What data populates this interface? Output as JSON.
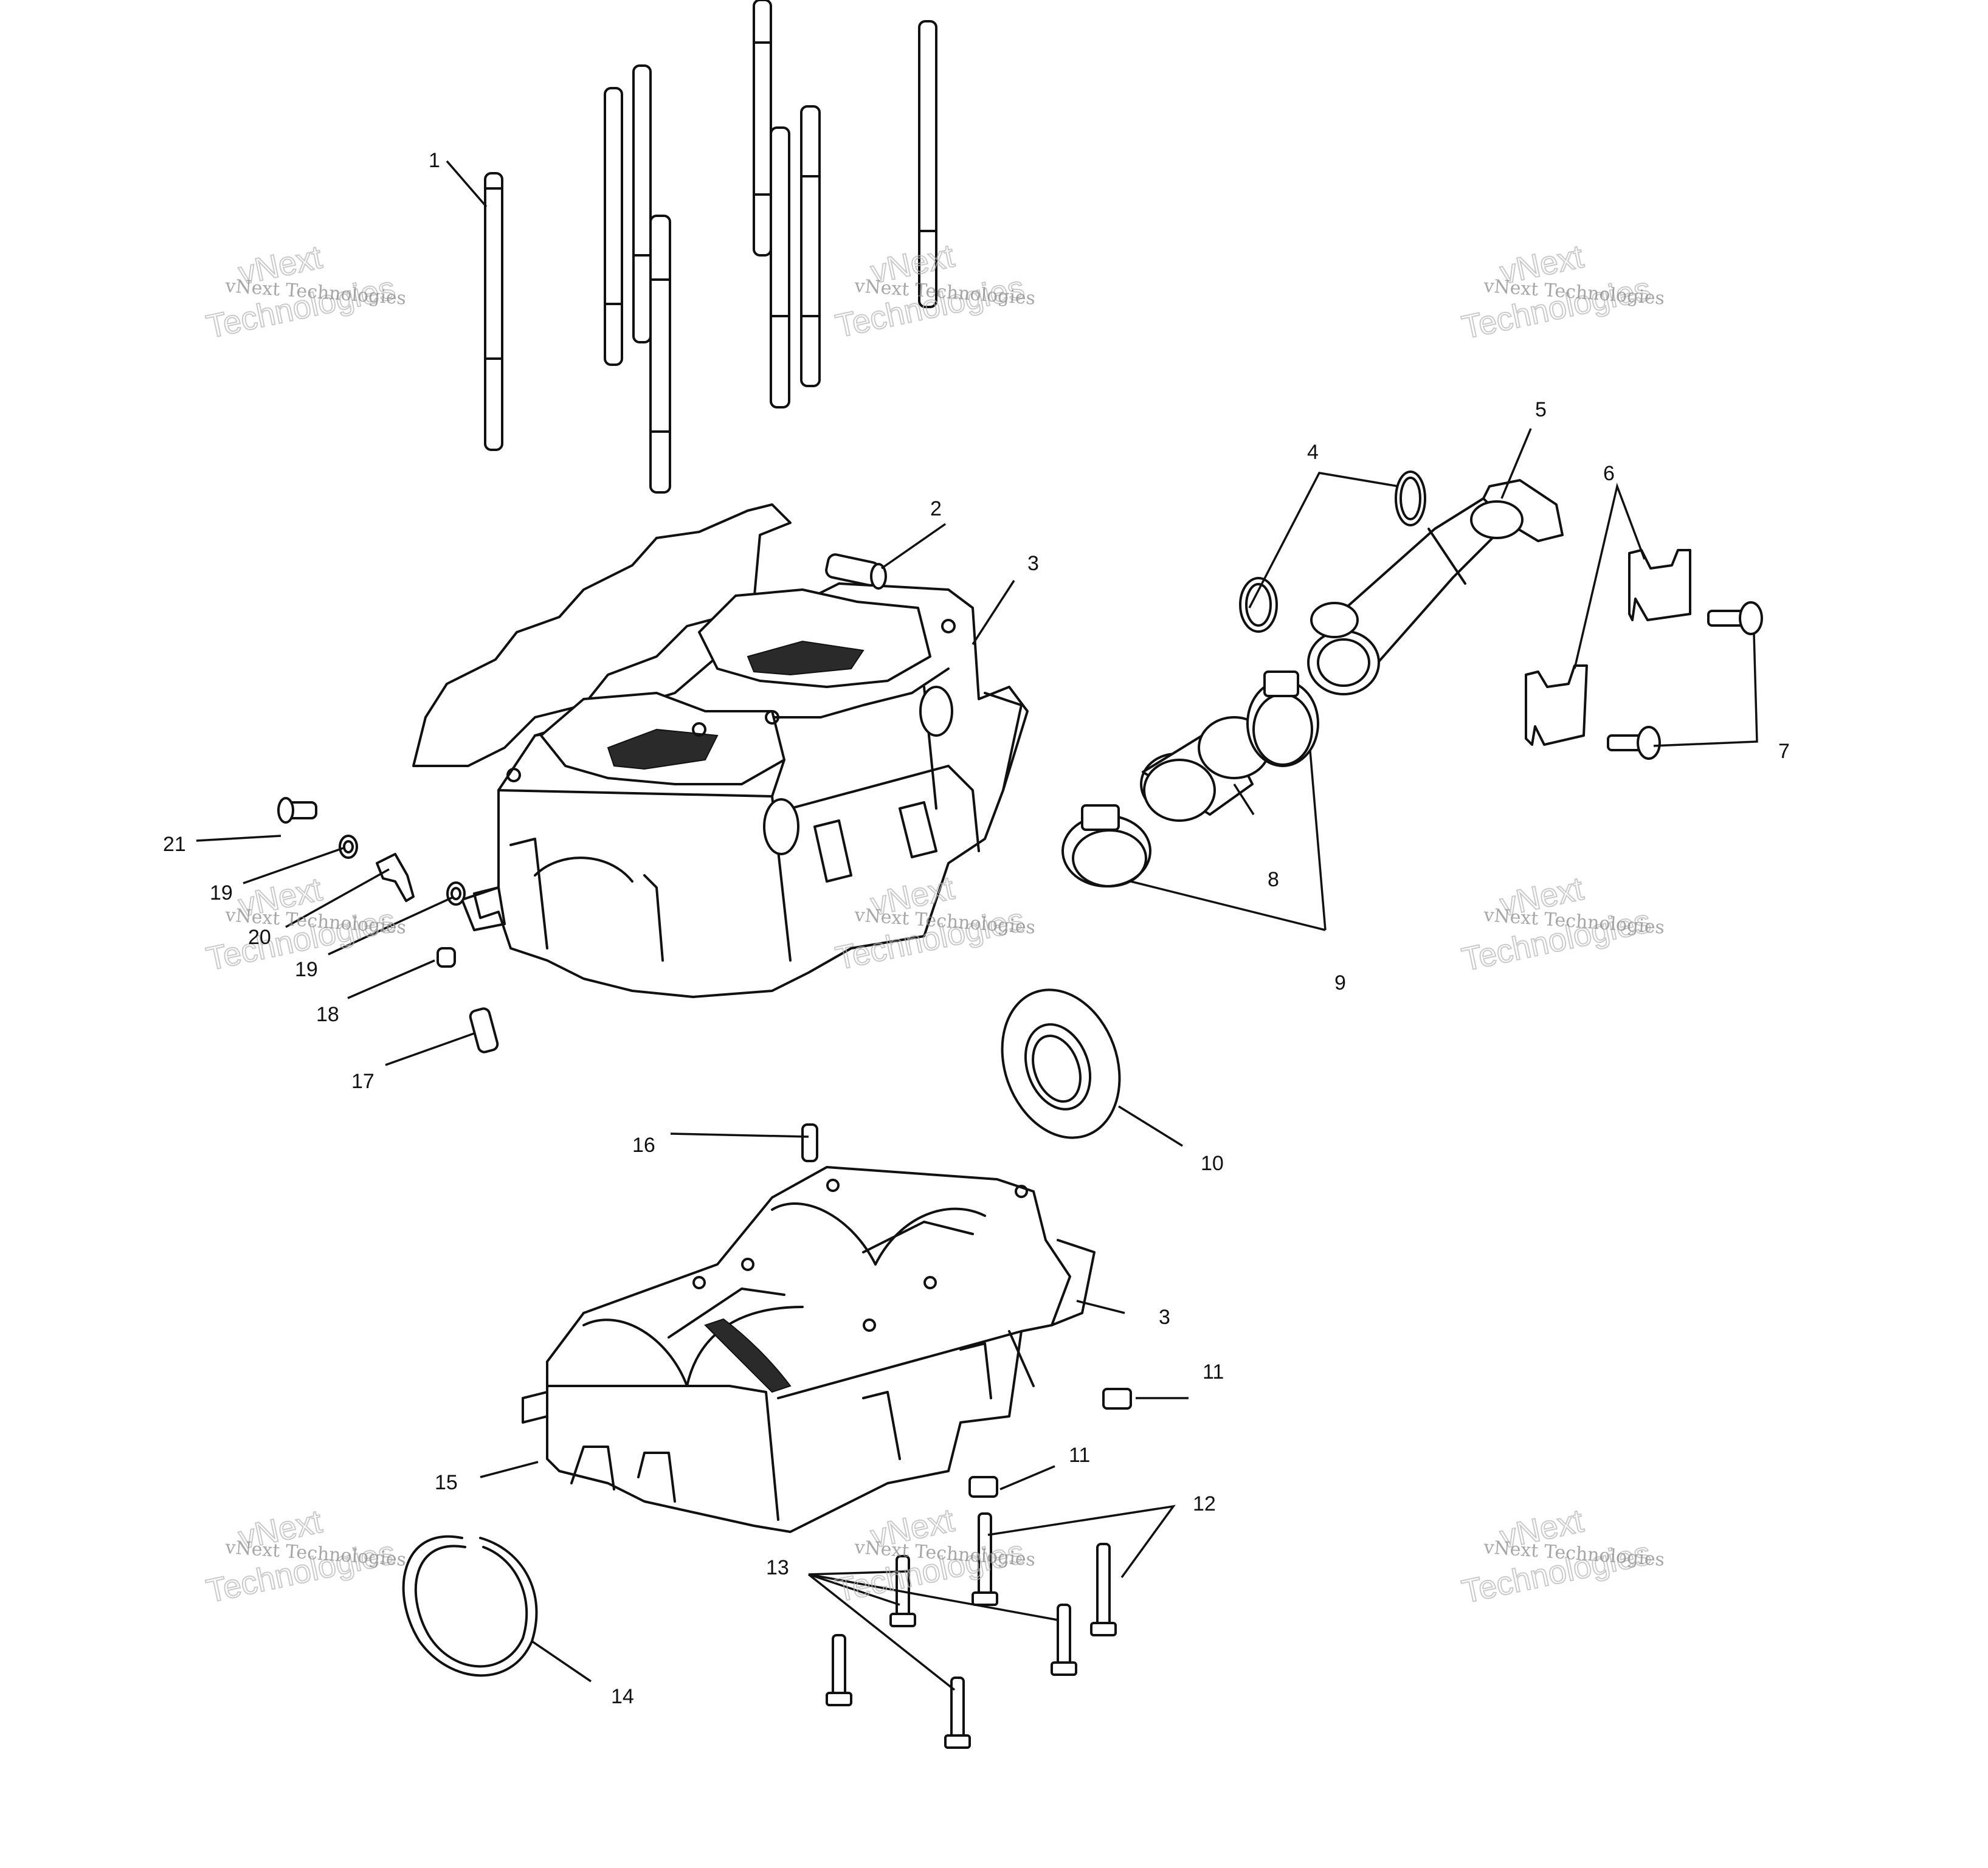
{
  "callouts": [
    {
      "id": "c1",
      "label": "1"
    },
    {
      "id": "c2",
      "label": "2"
    },
    {
      "id": "c3a",
      "label": "3"
    },
    {
      "id": "c3b",
      "label": "3"
    },
    {
      "id": "c4",
      "label": "4"
    },
    {
      "id": "c5",
      "label": "5"
    },
    {
      "id": "c6",
      "label": "6"
    },
    {
      "id": "c7",
      "label": "7"
    },
    {
      "id": "c8",
      "label": "8"
    },
    {
      "id": "c9",
      "label": "9"
    },
    {
      "id": "c10",
      "label": "10"
    },
    {
      "id": "c11a",
      "label": "11"
    },
    {
      "id": "c11b",
      "label": "11"
    },
    {
      "id": "c12",
      "label": "12"
    },
    {
      "id": "c13",
      "label": "13"
    },
    {
      "id": "c14",
      "label": "14"
    },
    {
      "id": "c15",
      "label": "15"
    },
    {
      "id": "c16",
      "label": "16"
    },
    {
      "id": "c17",
      "label": "17"
    },
    {
      "id": "c18",
      "label": "18"
    },
    {
      "id": "c19a",
      "label": "19"
    },
    {
      "id": "c19b",
      "label": "19"
    },
    {
      "id": "c20",
      "label": "20"
    },
    {
      "id": "c21",
      "label": "21"
    }
  ],
  "watermark": {
    "line1": "vNext Technologies",
    "word1": "vNext",
    "word2": "Technologies"
  }
}
